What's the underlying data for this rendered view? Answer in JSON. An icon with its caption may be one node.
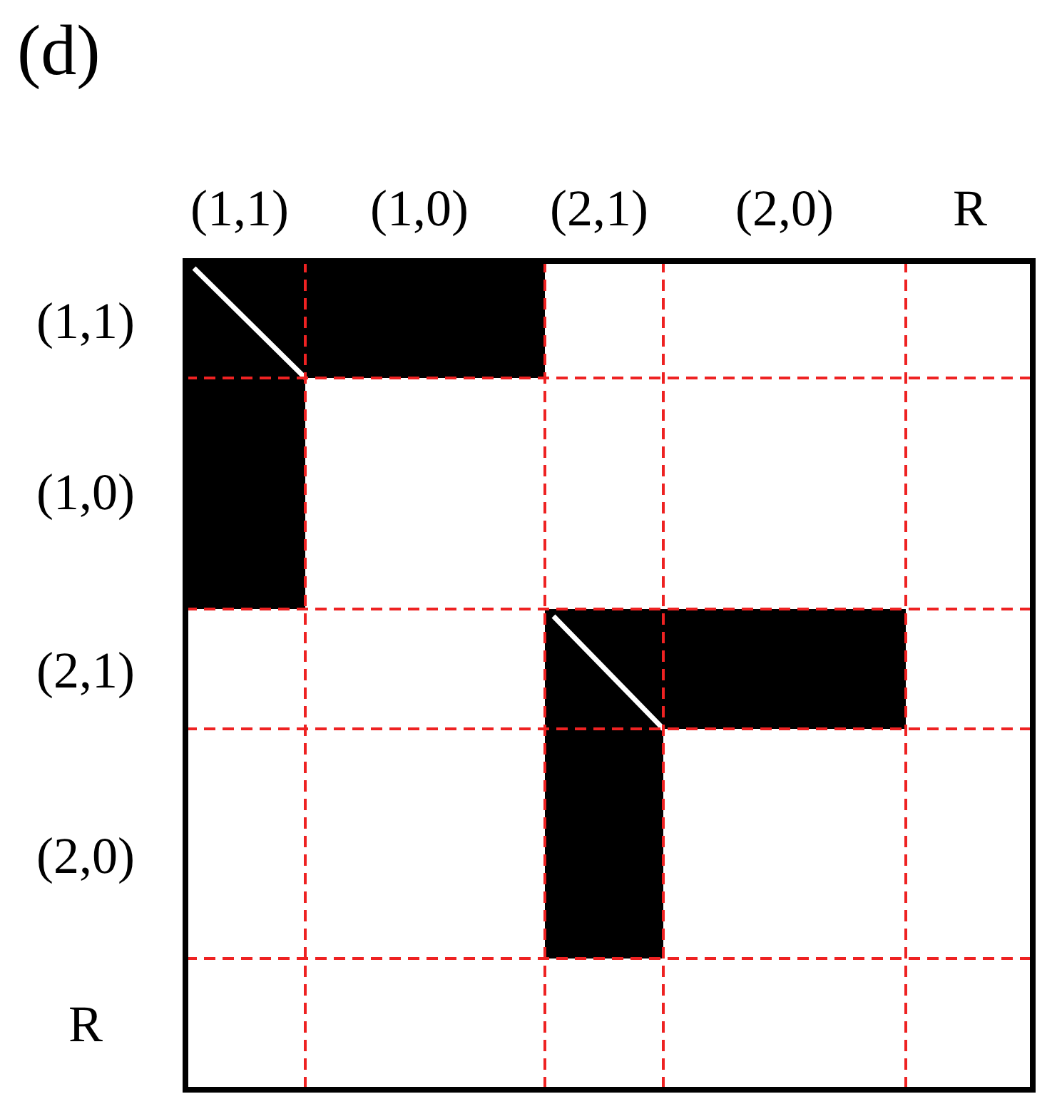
{
  "diagram": {
    "title": "(d)",
    "labels": [
      "(1,1)",
      "(1,0)",
      "(2,1)",
      "(2,0)",
      "R",
      "(1,1)",
      "(1,0)",
      "(2,1)",
      "(2,0)",
      "R"
    ]
  }
}
